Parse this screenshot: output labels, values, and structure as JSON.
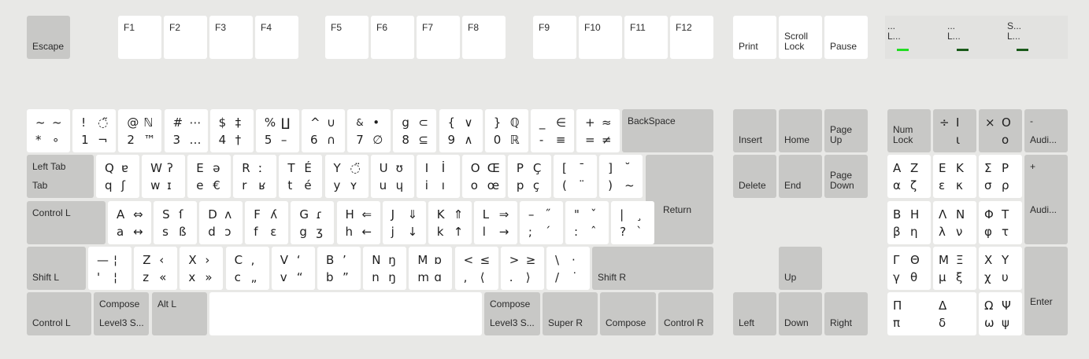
{
  "keyboard": {
    "function_row": {
      "escape": "Escape",
      "f": [
        "F1",
        "F2",
        "F3",
        "F4",
        "F5",
        "F6",
        "F7",
        "F8",
        "F9",
        "F10",
        "F11",
        "F12"
      ],
      "print": "Print",
      "scroll_lock": "Scroll\nLock",
      "pause": "Pause"
    },
    "indicators": [
      {
        "top": "...",
        "bottom": "L...",
        "color": "#22dd22"
      },
      {
        "top": "...",
        "bottom": "L...",
        "color": "#1a5a1a"
      },
      {
        "top": "S...",
        "bottom": "L...",
        "color": "#1a5a1a"
      }
    ],
    "number_row": [
      {
        "tl": "~",
        "tr": "~",
        "bl": "*",
        "br": "∘"
      },
      {
        "tl": "!",
        "tr": "◌̃",
        "bl": "1",
        "br": "¬"
      },
      {
        "tl": "@",
        "tr": "ℕ",
        "bl": "2",
        "br": "™"
      },
      {
        "tl": "#",
        "tr": "⋯",
        "bl": "3",
        "br": "…"
      },
      {
        "tl": "$",
        "tr": "‡",
        "bl": "4",
        "br": "†"
      },
      {
        "tl": "%",
        "tr": "∐",
        "bl": "5",
        "br": "–"
      },
      {
        "tl": "^",
        "tr": "∪",
        "bl": "6",
        "br": "∩"
      },
      {
        "tl": "&",
        "tr": "•",
        "bl": "7",
        "br": "∅"
      },
      {
        "tl": "ց",
        "tr": "⊂",
        "bl": "8",
        "br": "⊆"
      },
      {
        "tl": "{",
        "tr": "∨",
        "bl": "9",
        "br": "∧"
      },
      {
        "tl": "}",
        "tr": "ℚ",
        "bl": "0",
        "br": "ℝ"
      },
      {
        "tl": "_",
        "tr": "∈",
        "bl": "-",
        "br": "≡"
      },
      {
        "tl": "+",
        "tr": "≈",
        "bl": "=",
        "br": "≠"
      }
    ],
    "backspace": "BackSpace",
    "tab": {
      "top": "Left Tab",
      "bottom": "Tab"
    },
    "qwerty_row": [
      {
        "tl": "Q",
        "tr": "ɐ",
        "bl": "q",
        "br": "ʃ"
      },
      {
        "tl": "W",
        "tr": "ʔ",
        "bl": "w",
        "br": "ɪ"
      },
      {
        "tl": "E",
        "tr": "ə",
        "bl": "e",
        "br": "€"
      },
      {
        "tl": "R",
        "tr": "ː",
        "bl": "r",
        "br": "ʁ"
      },
      {
        "tl": "T",
        "tr": "É",
        "bl": "t",
        "br": "é"
      },
      {
        "tl": "Y",
        "tr": "◌̈",
        "bl": "y",
        "br": "ʏ"
      },
      {
        "tl": "U",
        "tr": "ʊ",
        "bl": "u",
        "br": "ɥ"
      },
      {
        "tl": "I",
        "tr": "İ",
        "bl": "i",
        "br": "ı"
      },
      {
        "tl": "O",
        "tr": "Œ",
        "bl": "o",
        "br": "œ"
      },
      {
        "tl": "P",
        "tr": "Ç",
        "bl": "p",
        "br": "ç"
      },
      {
        "tl": "[",
        "tr": "¯",
        "bl": "(",
        "br": "¨"
      },
      {
        "tl": "]",
        "tr": "˘",
        "bl": ")",
        "br": "~"
      }
    ],
    "control_l": "Control L",
    "home_row": [
      {
        "tl": "A",
        "tr": "⇔",
        "bl": "a",
        "br": "↔"
      },
      {
        "tl": "S",
        "tr": "ſ",
        "bl": "s",
        "br": "ß"
      },
      {
        "tl": "D",
        "tr": "ʌ",
        "bl": "d",
        "br": "ɔ"
      },
      {
        "tl": "F",
        "tr": "ʎ",
        "bl": "f",
        "br": "ɛ"
      },
      {
        "tl": "G",
        "tr": "ɾ",
        "bl": "g",
        "br": "ʒ"
      },
      {
        "tl": "H",
        "tr": "⇐",
        "bl": "h",
        "br": "←"
      },
      {
        "tl": "J",
        "tr": "⇓",
        "bl": "j",
        "br": "↓"
      },
      {
        "tl": "K",
        "tr": "⇑",
        "bl": "k",
        "br": "↑"
      },
      {
        "tl": "L",
        "tr": "⇒",
        "bl": "l",
        "br": "→"
      },
      {
        "tl": "–",
        "tr": "˝",
        "bl": ";",
        "br": "´"
      },
      {
        "tl": "\"",
        "tr": "ˇ",
        "bl": ":",
        "br": "ˆ"
      },
      {
        "tl": "|",
        "tr": "¸",
        "bl": "?",
        "br": "`"
      }
    ],
    "return": "Return",
    "shift_l": "Shift L",
    "bottom_row": [
      {
        "tl": "—",
        "tr": "¦",
        "bl": "'",
        "br": "¦"
      },
      {
        "tl": "Z",
        "tr": "‹",
        "bl": "z",
        "br": "«"
      },
      {
        "tl": "X",
        "tr": "›",
        "bl": "x",
        "br": "»"
      },
      {
        "tl": "C",
        "tr": ",",
        "bl": "c",
        "br": "„"
      },
      {
        "tl": "V",
        "tr": "‘",
        "bl": "v",
        "br": "“"
      },
      {
        "tl": "B",
        "tr": "’",
        "bl": "b",
        "br": "”"
      },
      {
        "tl": "N",
        "tr": "ŋ",
        "bl": "n",
        "br": "ŋ"
      },
      {
        "tl": "M",
        "tr": "ɒ",
        "bl": "m",
        "br": "ɑ"
      },
      {
        "tl": "<",
        "tr": "≤",
        "bl": ",",
        "br": "⟨"
      },
      {
        "tl": ">",
        "tr": "≥",
        "bl": ".",
        "br": "⟩"
      },
      {
        "tl": "\\",
        "tr": "·",
        "bl": "/",
        "br": "˙"
      }
    ],
    "shift_r": "Shift R",
    "space_row": {
      "control_l": "Control L",
      "compose_l": {
        "top": "Compose",
        "bottom": "Level3 S..."
      },
      "alt_l": "Alt L",
      "compose_r": {
        "top": "Compose",
        "bottom": "Level3 S..."
      },
      "super_r": "Super R",
      "compose": "Compose",
      "control_r": "Control R"
    },
    "nav": {
      "insert": "Insert",
      "home": "Home",
      "page_up": "Page\nUp",
      "delete": "Delete",
      "end": "End",
      "page_down": "Page\nDown",
      "up": "Up",
      "left": "Left",
      "down": "Down",
      "right": "Right"
    },
    "numpad": {
      "num_lock": "Num\nLock",
      "divide": {
        "tl": "÷",
        "tr": "I",
        "br": "ι"
      },
      "multiply": {
        "tl": "×",
        "tr": "Ο",
        "br": "ο"
      },
      "minus": {
        "top": "-",
        "bottom": "Audi..."
      },
      "plus": {
        "top": "+",
        "bottom": "Audi..."
      },
      "enter": "Enter",
      "greek": [
        {
          "tl": "Α",
          "tr": "Ζ",
          "bl": "α",
          "br": "ζ"
        },
        {
          "tl": "Ε",
          "tr": "Κ",
          "bl": "ε",
          "br": "κ"
        },
        {
          "tl": "Σ",
          "tr": "Ρ",
          "bl": "σ",
          "br": "ρ"
        },
        {
          "tl": "Β",
          "tr": "Η",
          "bl": "β",
          "br": "η"
        },
        {
          "tl": "Λ",
          "tr": "Ν",
          "bl": "λ",
          "br": "ν"
        },
        {
          "tl": "Φ",
          "tr": "Τ",
          "bl": "φ",
          "br": "τ"
        },
        {
          "tl": "Γ",
          "tr": "Θ",
          "bl": "γ",
          "br": "θ"
        },
        {
          "tl": "Μ",
          "tr": "Ξ",
          "bl": "μ",
          "br": "ξ"
        },
        {
          "tl": "Χ",
          "tr": "Υ",
          "bl": "χ",
          "br": "υ"
        },
        {
          "tl": "Π",
          "tr": "",
          "bl": "π",
          "br": ""
        },
        {
          "tl": "Δ",
          "tr": "",
          "bl": "δ",
          "br": ""
        },
        {
          "tl": "Ω",
          "tr": "Ψ",
          "bl": "ω",
          "br": "ψ"
        }
      ]
    }
  }
}
